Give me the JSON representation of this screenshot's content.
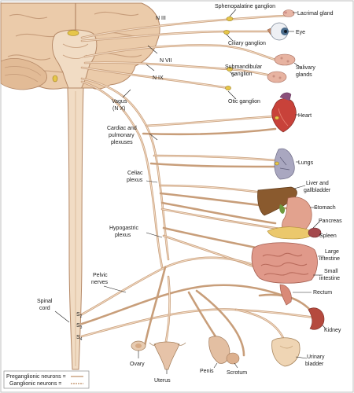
{
  "labels": {
    "sphenopalatine": "Sphenopalatine ganglion",
    "lacrimal": "Lacrimal gland",
    "n3": "N III",
    "eye": "Eye",
    "ciliary": "Ciliary ganglion",
    "n7": "N VII",
    "submandibular_1": "Submandibular",
    "submandibular_2": "ganglion",
    "salivary_1": "Salivary",
    "salivary_2": "glands",
    "n9": "N IX",
    "otic": "Otic ganglion",
    "vagus_1": "Vagus",
    "vagus_2": "(N X)",
    "heart": "Heart",
    "cardiac_1": "Cardiac and",
    "cardiac_2": "pulmonary",
    "cardiac_3": "plexuses",
    "lungs": "Lungs",
    "celiac_1": "Celiac",
    "celiac_2": "plexus",
    "liver_1": "Liver and",
    "liver_2": "gallbladder",
    "stomach": "Stomach",
    "pancreas": "Pancreas",
    "hypogastric_1": "Hypogastric",
    "hypogastric_2": "plexus",
    "spleen": "Spleen",
    "large_int_1": "Large",
    "large_int_2": "intestine",
    "small_int_1": "Small",
    "small_int_2": "intestine",
    "pelvic_1": "Pelvic",
    "pelvic_2": "nerves",
    "rectum": "Rectum",
    "spinal_1": "Spinal",
    "spinal_2": "cord",
    "s2": "S",
    "s2_sub": "2",
    "s3": "S",
    "s3_sub": "3",
    "s4": "S",
    "s4_sub": "4",
    "kidney": "Kidney",
    "ovary": "Ovary",
    "penis": "Penis",
    "scrotum": "Scrotum",
    "urinary_1": "Urinary",
    "urinary_2": "bladder",
    "uterus": "Uterus"
  },
  "legend": {
    "preganglionic": "Preganglionic neurons =",
    "ganglionic": "Ganglionic neurons ="
  },
  "colors": {
    "nerve": "#c89e7a",
    "brain": "#e9c9a7",
    "ganglion": "#e6c64a",
    "organ_red": "#d98274",
    "liver": "#8a5a2e"
  }
}
